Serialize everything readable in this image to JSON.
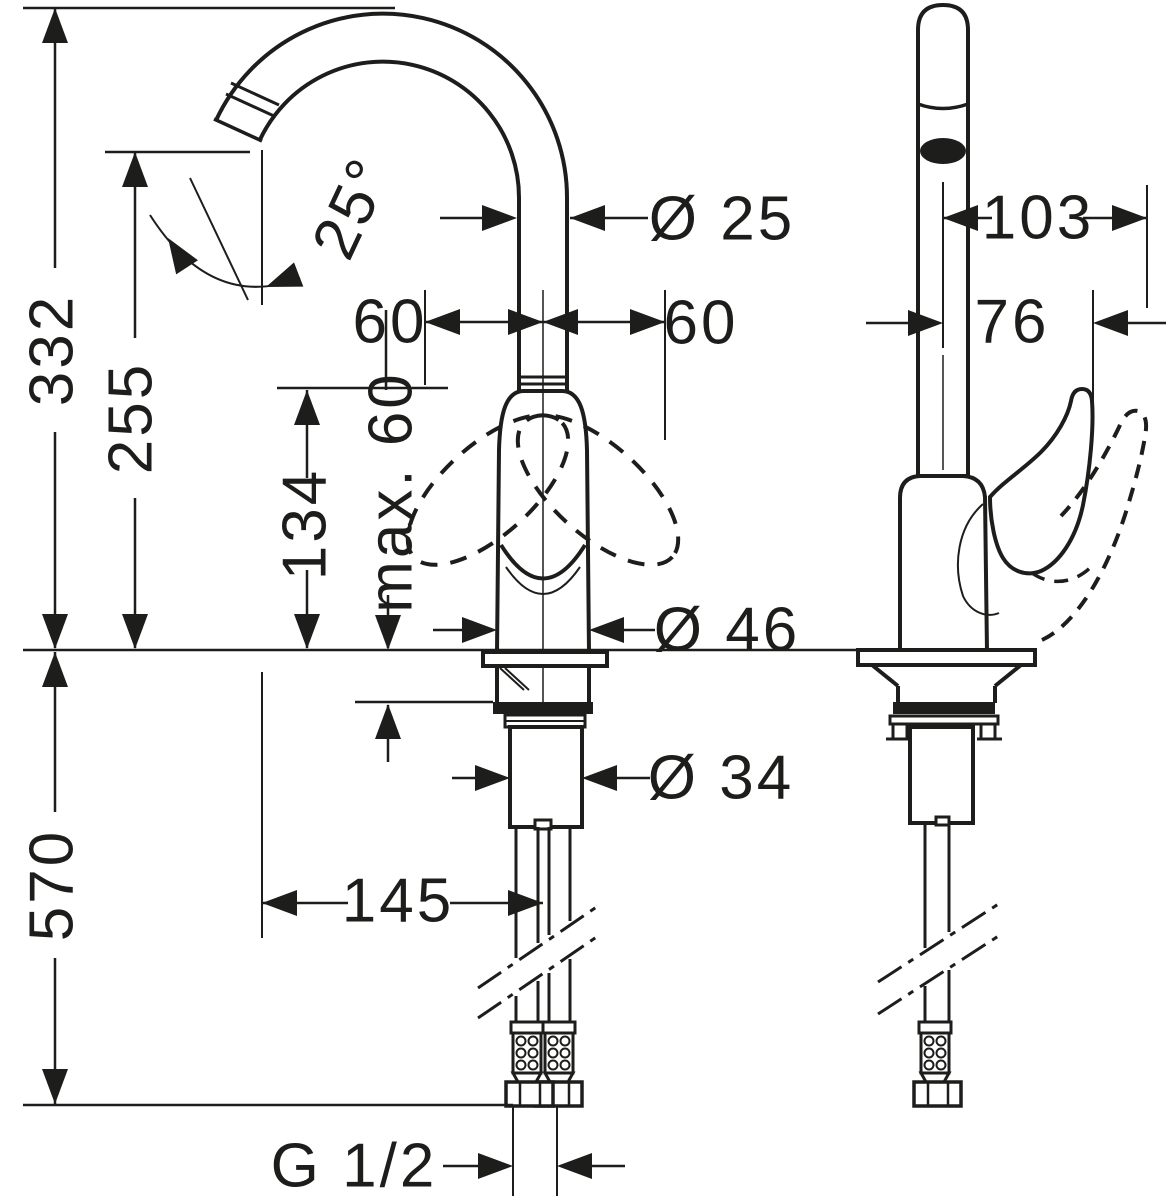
{
  "meta": {
    "type": "technical dimension drawing",
    "line_color": "#1d1d1b",
    "background_color": "#ffffff"
  },
  "front_view": {
    "dims": {
      "overall_height": "332",
      "outlet_height": "255",
      "body_height": "134",
      "max_deck_thickness": "max. 60",
      "below_deck_length": "570",
      "spout_angle": "25°",
      "spout_tube_diameter": "Ø 25",
      "swivel_left": "60",
      "swivel_right": "60",
      "body_diameter": "Ø 46",
      "shank_diameter": "Ø 34",
      "spout_reach": "145",
      "connection_thread": "G 1/2"
    }
  },
  "side_view": {
    "dims": {
      "handle_reach": "103",
      "handle_projection": "76"
    }
  }
}
